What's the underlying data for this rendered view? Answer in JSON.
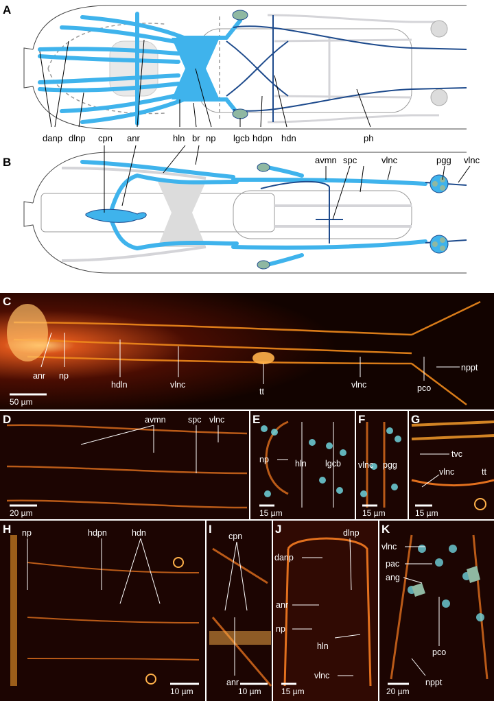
{
  "colors": {
    "nerve_blue": "#3fb3ec",
    "nerve_outline": "#1d4a8c",
    "grey_structure": "#dcdcdc",
    "ganglion_green": "#8fb8a2",
    "micrograph_bg": "#120300",
    "micrograph_glow": "#f08a1c",
    "nuclei_cyan": "#6fd3dc"
  },
  "panels": {
    "A": {
      "letter": "A",
      "labels": [
        "danp",
        "dlnp",
        "cpn",
        "anr",
        "hln",
        "br",
        "np",
        "lgcb",
        "hdpn",
        "hdn",
        "ph"
      ]
    },
    "B": {
      "letter": "B",
      "labels": [
        "avmn",
        "spc",
        "vlnc",
        "pgg",
        "vlnc"
      ]
    },
    "C": {
      "letter": "C",
      "labels": [
        "anr",
        "np",
        "hdln",
        "vlnc",
        "tt",
        "vlnc",
        "pco",
        "nppt"
      ],
      "scale": "50 µm"
    },
    "D": {
      "letter": "D",
      "labels": [
        "avmn",
        "spc",
        "vlnc"
      ],
      "scale": "20 µm"
    },
    "E": {
      "letter": "E",
      "labels": [
        "np",
        "hln",
        "lgcb"
      ],
      "scale": "15 µm"
    },
    "F": {
      "letter": "F",
      "labels": [
        "vlnc",
        "pgg"
      ],
      "scale": "15 µm"
    },
    "G": {
      "letter": "G",
      "labels": [
        "tvc",
        "vlnc",
        "tt"
      ],
      "scale": "15 µm"
    },
    "H": {
      "letter": "H",
      "labels": [
        "np",
        "hdpn",
        "hdn"
      ],
      "scale": "10 µm"
    },
    "I": {
      "letter": "I",
      "labels": [
        "cpn",
        "anr"
      ],
      "scale": "10 µm"
    },
    "J": {
      "letter": "J",
      "labels": [
        "danp",
        "dlnp",
        "anr",
        "np",
        "hln",
        "vlnc"
      ],
      "scale": "15 µm"
    },
    "K": {
      "letter": "K",
      "labels": [
        "vlnc",
        "pac",
        "ang",
        "pco",
        "nppt"
      ],
      "scale": "20 µm"
    }
  }
}
